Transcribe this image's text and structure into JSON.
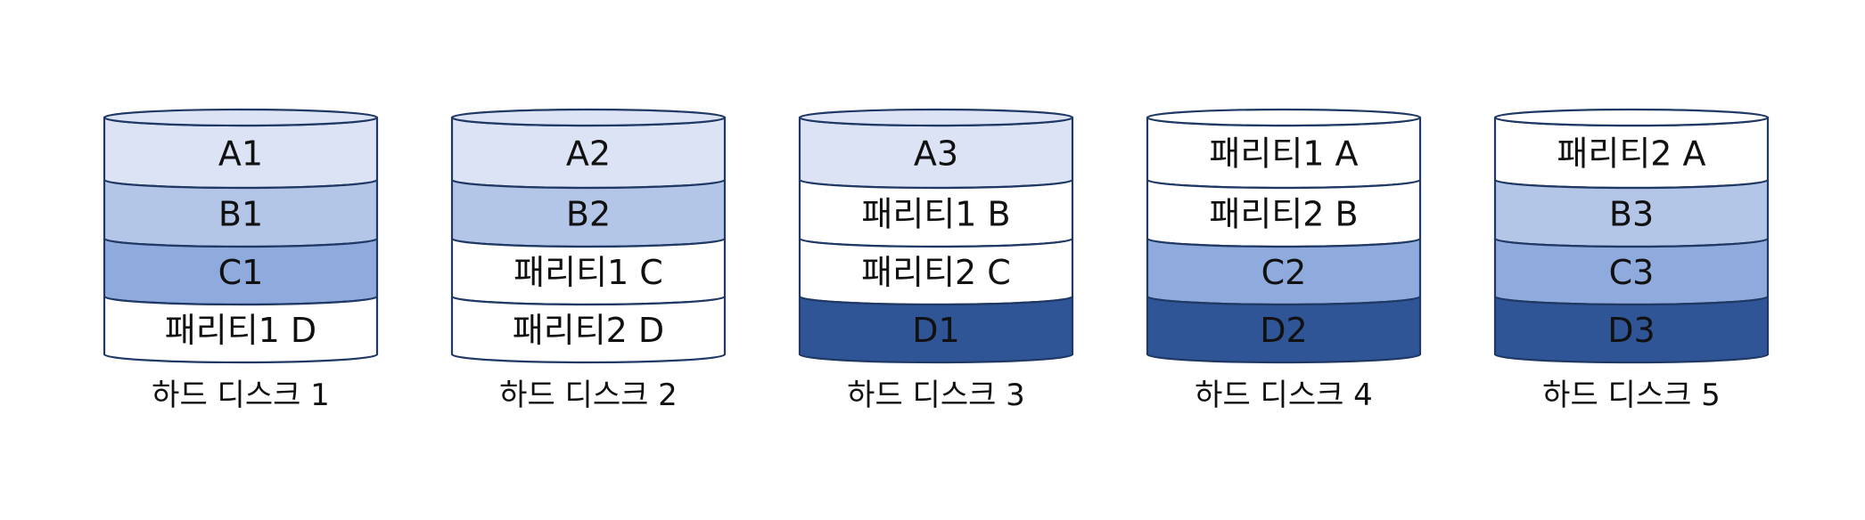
{
  "colors": {
    "light": "#dbe3f4",
    "medium": "#b4c6e7",
    "mid": "#8faadc",
    "dark": "#2f5597",
    "white": "#ffffff",
    "outline": "#1f3864"
  },
  "disks": [
    {
      "caption": "하드 디스크 1",
      "segments": [
        {
          "label": "A1",
          "fill": "light"
        },
        {
          "label": "B1",
          "fill": "medium"
        },
        {
          "label": "C1",
          "fill": "mid"
        },
        {
          "label": "패리티1 D",
          "fill": "white"
        }
      ]
    },
    {
      "caption": "하드 디스크 2",
      "segments": [
        {
          "label": "A2",
          "fill": "light"
        },
        {
          "label": "B2",
          "fill": "medium"
        },
        {
          "label": "패리티1 C",
          "fill": "white"
        },
        {
          "label": "패리티2 D",
          "fill": "white"
        }
      ]
    },
    {
      "caption": "하드 디스크 3",
      "segments": [
        {
          "label": "A3",
          "fill": "light"
        },
        {
          "label": "패리티1 B",
          "fill": "white"
        },
        {
          "label": "패리티2 C",
          "fill": "white"
        },
        {
          "label": "D1",
          "fill": "dark"
        }
      ]
    },
    {
      "caption": "하드 디스크 4",
      "segments": [
        {
          "label": "패리티1 A",
          "fill": "white"
        },
        {
          "label": "패리티2 B",
          "fill": "white"
        },
        {
          "label": "C2",
          "fill": "mid"
        },
        {
          "label": "D2",
          "fill": "dark"
        }
      ]
    },
    {
      "caption": "하드 디스크 5",
      "segments": [
        {
          "label": "패리티2 A",
          "fill": "white"
        },
        {
          "label": "B3",
          "fill": "medium"
        },
        {
          "label": "C3",
          "fill": "mid"
        },
        {
          "label": "D3",
          "fill": "dark"
        }
      ]
    }
  ]
}
